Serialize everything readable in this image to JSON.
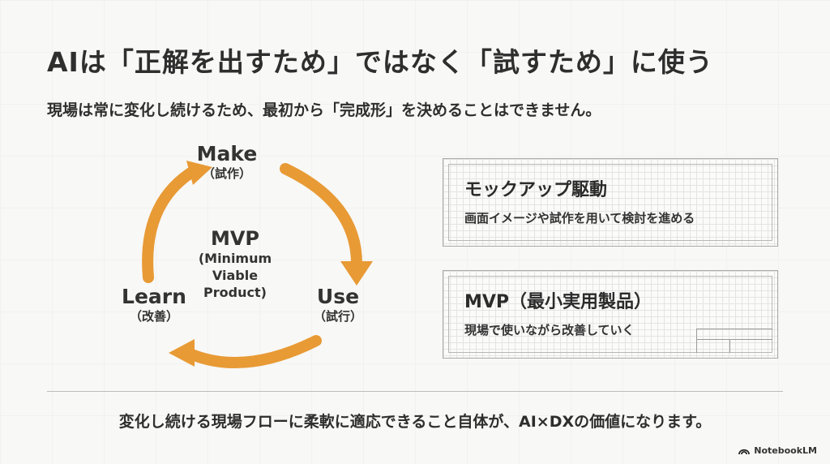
{
  "title": "AIは「正解を出すため」ではなく「試すため」に使う",
  "subtitle": "現場は常に変化し続けるため、最初から「完成形」を決めることはできません。",
  "cycle": {
    "accent_color": "#e89a35",
    "make": {
      "label": "Make",
      "sub": "（試作）"
    },
    "use": {
      "label": "Use",
      "sub": "（試行）"
    },
    "learn": {
      "label": "Learn",
      "sub": "（改善）"
    },
    "center": {
      "label": "MVP",
      "sub_line1": "(Minimum Viable",
      "sub_line2": "Product)"
    }
  },
  "cards": [
    {
      "title": "モックアップ駆動",
      "description": "画面イメージや試作を用いて検討を進める"
    },
    {
      "title": "MVP（最小実用製品）",
      "description": "現場で使いながら改善していく"
    }
  ],
  "footer": "変化し続ける現場フローに柔軟に適応できること自体が、AI×DXの価値になります。",
  "brand": {
    "name": "NotebookLM",
    "icon": "notebooklm-logo-icon"
  }
}
